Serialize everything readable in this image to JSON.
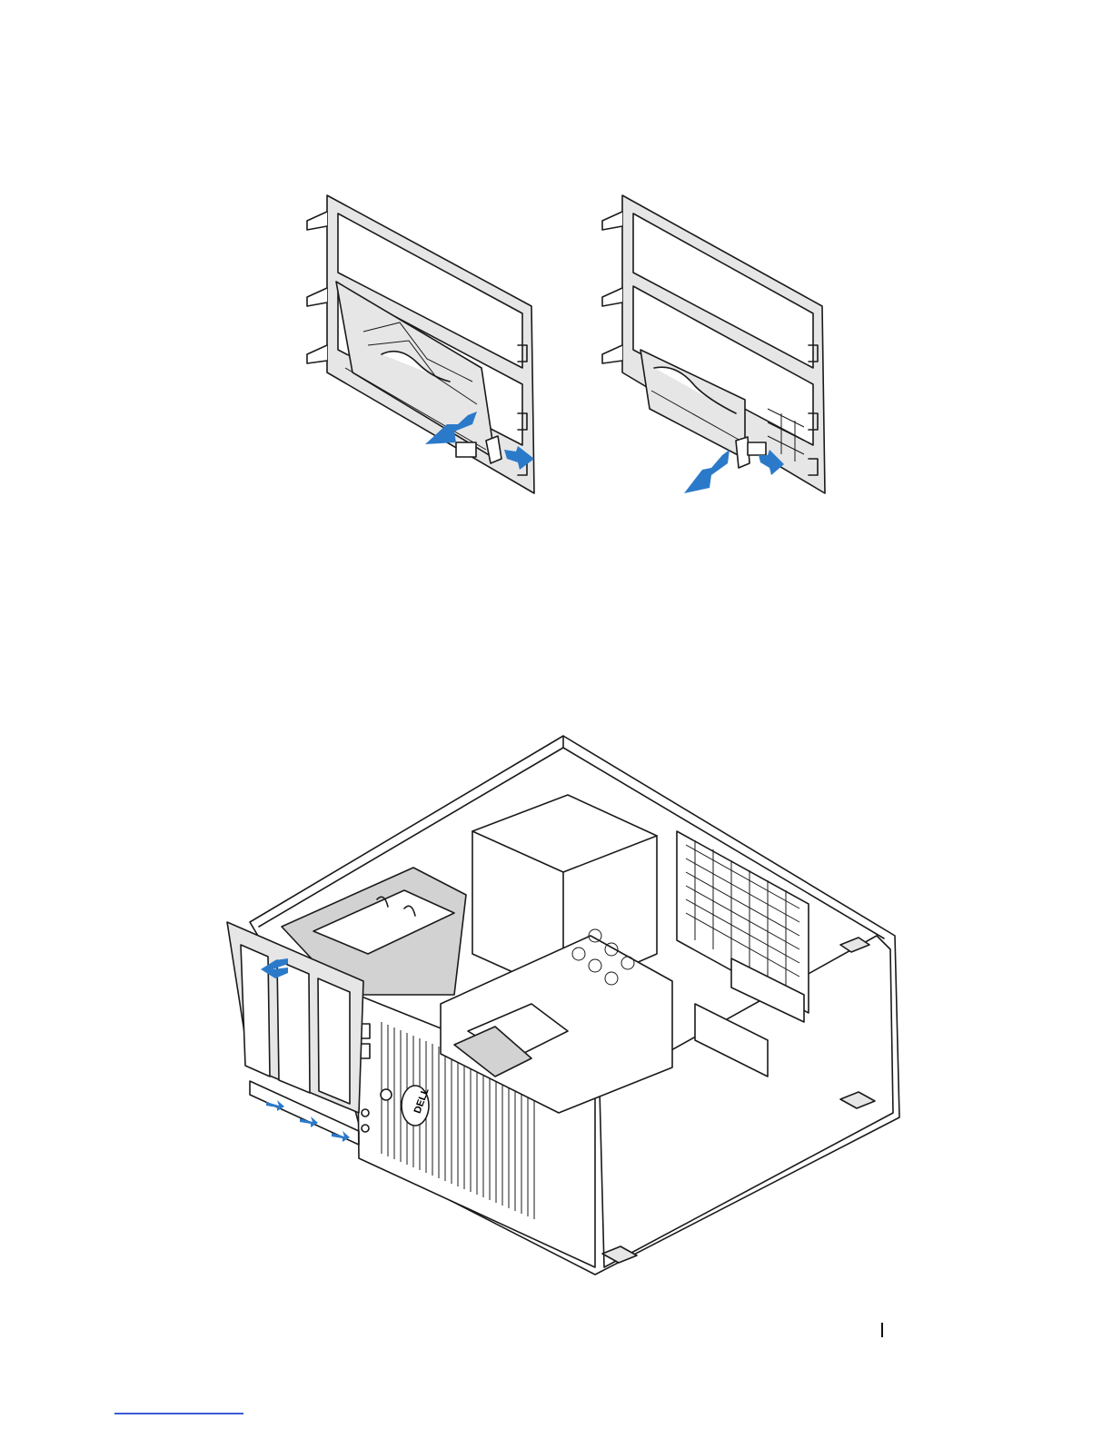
{
  "document": {
    "figures": [
      {
        "name": "bracket-remove-left",
        "icon": "drive-bracket-diagram"
      },
      {
        "name": "bracket-remove-right",
        "icon": "drive-bracket-diagram"
      },
      {
        "name": "computer-front-panel-install",
        "icon": "desktop-chassis-diagram"
      }
    ],
    "logo_text": "DELL",
    "colors": {
      "arrow": "#2b7ac9",
      "line": "#1a1a1a",
      "link": "#3c5bd6"
    }
  }
}
